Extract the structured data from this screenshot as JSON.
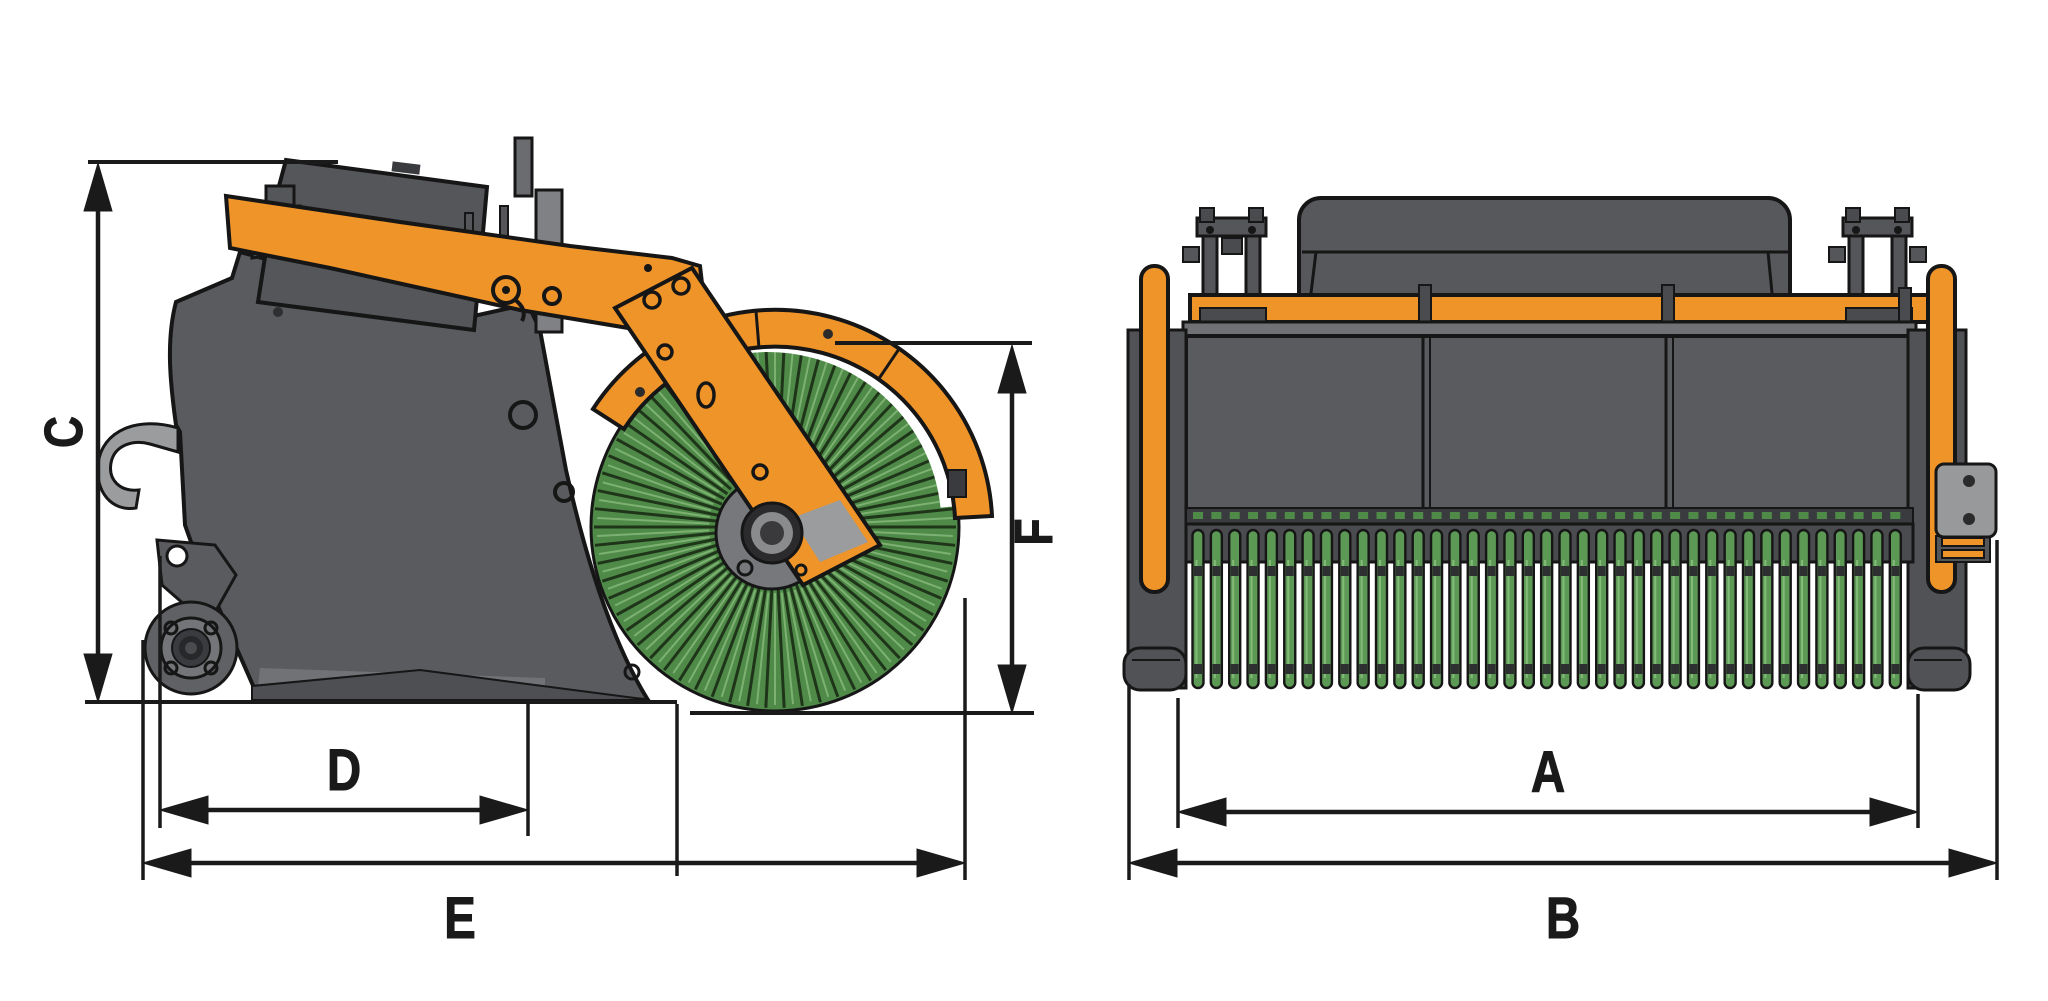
{
  "page": {
    "description": "Technical dimension drawing of a loader bucket sweeper / collector broom attachment, side view left and front view right",
    "background": "#ffffff"
  },
  "views": {
    "side": {
      "name": "side-view",
      "dimension_ids": [
        "C",
        "D",
        "E",
        "F"
      ]
    },
    "front": {
      "name": "front-view",
      "dimension_ids": [
        "A",
        "B"
      ]
    }
  },
  "dimensions": {
    "A": {
      "label": "A",
      "axis": "horizontal"
    },
    "B": {
      "label": "B",
      "axis": "horizontal"
    },
    "C": {
      "label": "C",
      "axis": "vertical"
    },
    "D": {
      "label": "D",
      "axis": "horizontal"
    },
    "E": {
      "label": "E",
      "axis": "horizontal"
    },
    "F": {
      "label": "F",
      "axis": "vertical"
    }
  },
  "colors": {
    "accent_orange": "#EF9429",
    "body_gray": "#5A5B5F",
    "lid_gray": "#55565A",
    "light_gray": "#9B9C9E",
    "brush_green_base": "#4F8A49",
    "bristle_green": "#5C9955",
    "line_black": "#1A1A1A",
    "background": "#FFFFFF"
  }
}
